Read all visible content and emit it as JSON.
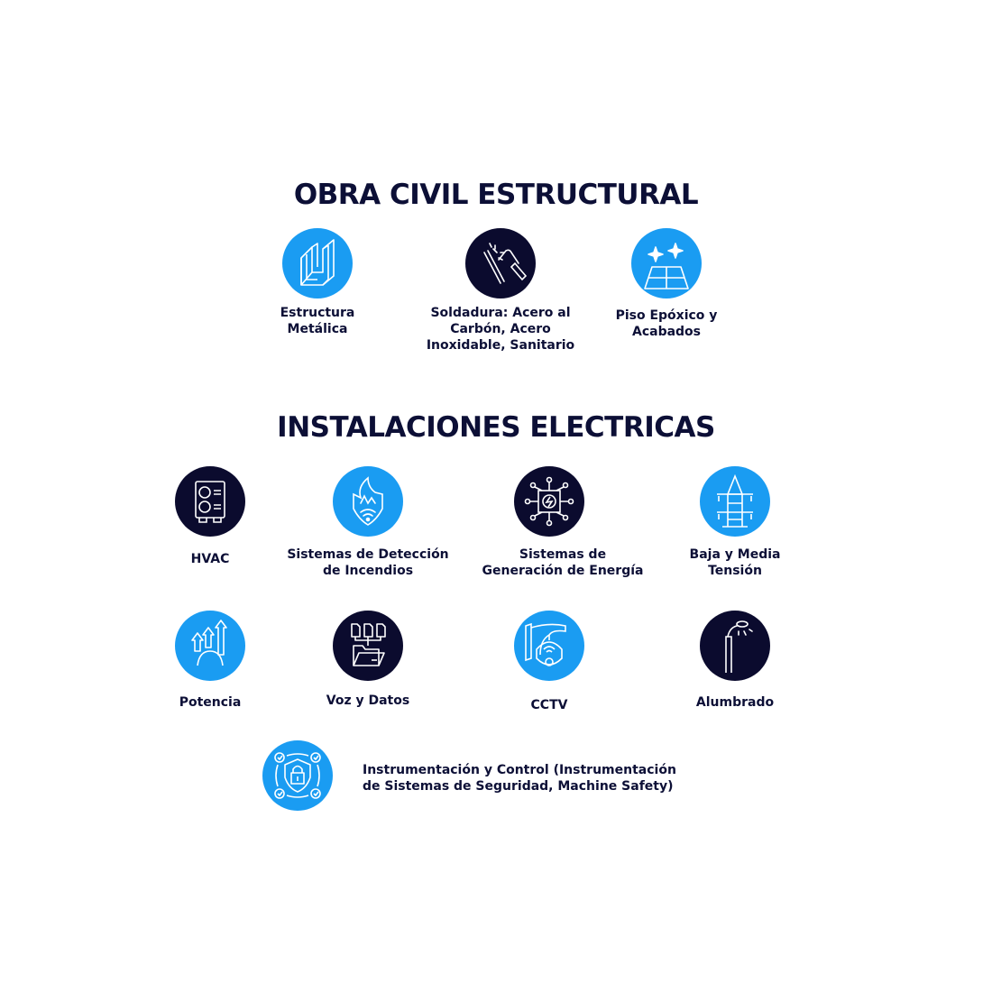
{
  "colors": {
    "blue": "#1a9cf2",
    "navy": "#0b0b2e",
    "text": "#0c0f36"
  },
  "sections": {
    "civil": {
      "title": "OBRA CIVIL ESTRUCTURAL",
      "items": [
        {
          "label": "Estructura\nMetálica",
          "icon": "steel-channel-icon",
          "color": "blue"
        },
        {
          "label": "Soldadura: Acero al\nCarbón, Acero\nInoxidable, Sanitario",
          "icon": "welding-icon",
          "color": "navy"
        },
        {
          "label": "Piso Epóxico y\nAcabados",
          "icon": "shiny-floor-icon",
          "color": "blue"
        }
      ]
    },
    "electrical": {
      "title": "INSTALACIONES ELECTRICAS",
      "items": [
        {
          "label": "HVAC",
          "icon": "hvac-unit-icon",
          "color": "navy"
        },
        {
          "label": "Sistemas de Detección\nde Incendios",
          "icon": "fire-detection-icon",
          "color": "blue"
        },
        {
          "label": "Sistemas de\nGeneración de Energía",
          "icon": "energy-chip-icon",
          "color": "navy"
        },
        {
          "label": "Baja y Media\nTensión",
          "icon": "power-tower-icon",
          "color": "blue"
        },
        {
          "label": "Potencia",
          "icon": "growth-arrows-icon",
          "color": "blue"
        },
        {
          "label": "Voz y Datos",
          "icon": "data-folder-icon",
          "color": "navy"
        },
        {
          "label": "CCTV",
          "icon": "cctv-camera-icon",
          "color": "blue"
        },
        {
          "label": "Alumbrado",
          "icon": "street-light-icon",
          "color": "navy"
        },
        {
          "label": "Instrumentación y Control (Instrumentación\nde Sistemas de Seguridad, Machine Safety)",
          "icon": "security-lock-icon",
          "color": "blue"
        }
      ]
    }
  }
}
